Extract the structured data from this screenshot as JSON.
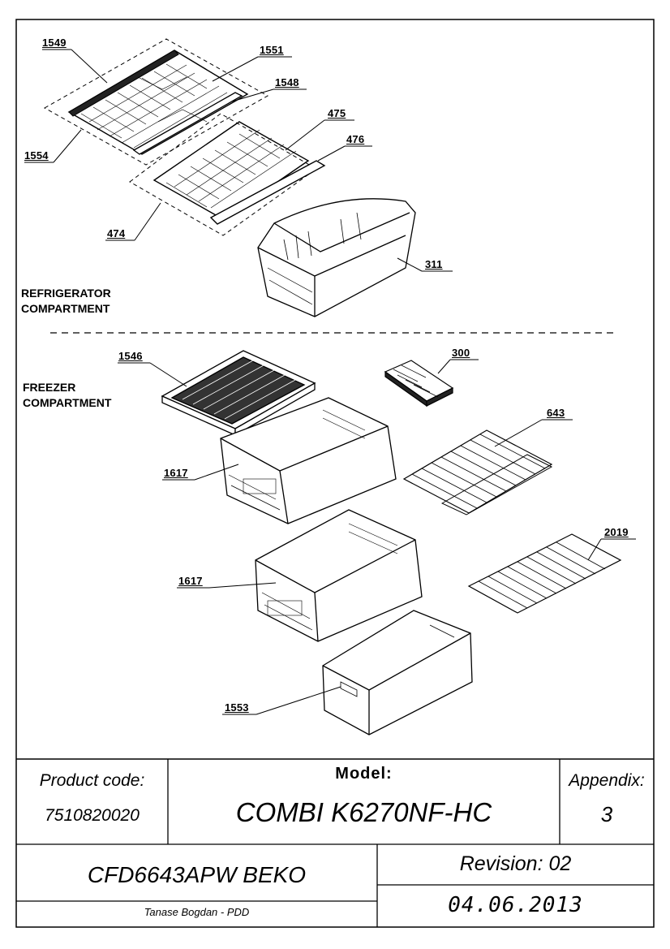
{
  "sections": {
    "refrigerator": [
      "REFRIGERATOR",
      "COMPARTMENT"
    ],
    "freezer": [
      "FREEZER",
      "COMPARTMENT"
    ]
  },
  "parts": {
    "p1549": "1549",
    "p1551": "1551",
    "p1548": "1548",
    "p475": "475",
    "p476": "476",
    "p1554": "1554",
    "p474": "474",
    "p311": "311",
    "p1546": "1546",
    "p300": "300",
    "p643": "643",
    "p1617a": "1617",
    "p2019": "2019",
    "p1617b": "1617",
    "p1553": "1553"
  },
  "title_block": {
    "product_code_label": "Product code:",
    "product_code": "7510820020",
    "model_label": "Model:",
    "model": "COMBI K6270NF-HC",
    "appendix_label": "Appendix:",
    "appendix": "3",
    "name": "CFD6643APW BEKO",
    "revision": "Revision: 02",
    "author": "Tanase Bogdan - PDD",
    "date": "04.06.2013"
  }
}
